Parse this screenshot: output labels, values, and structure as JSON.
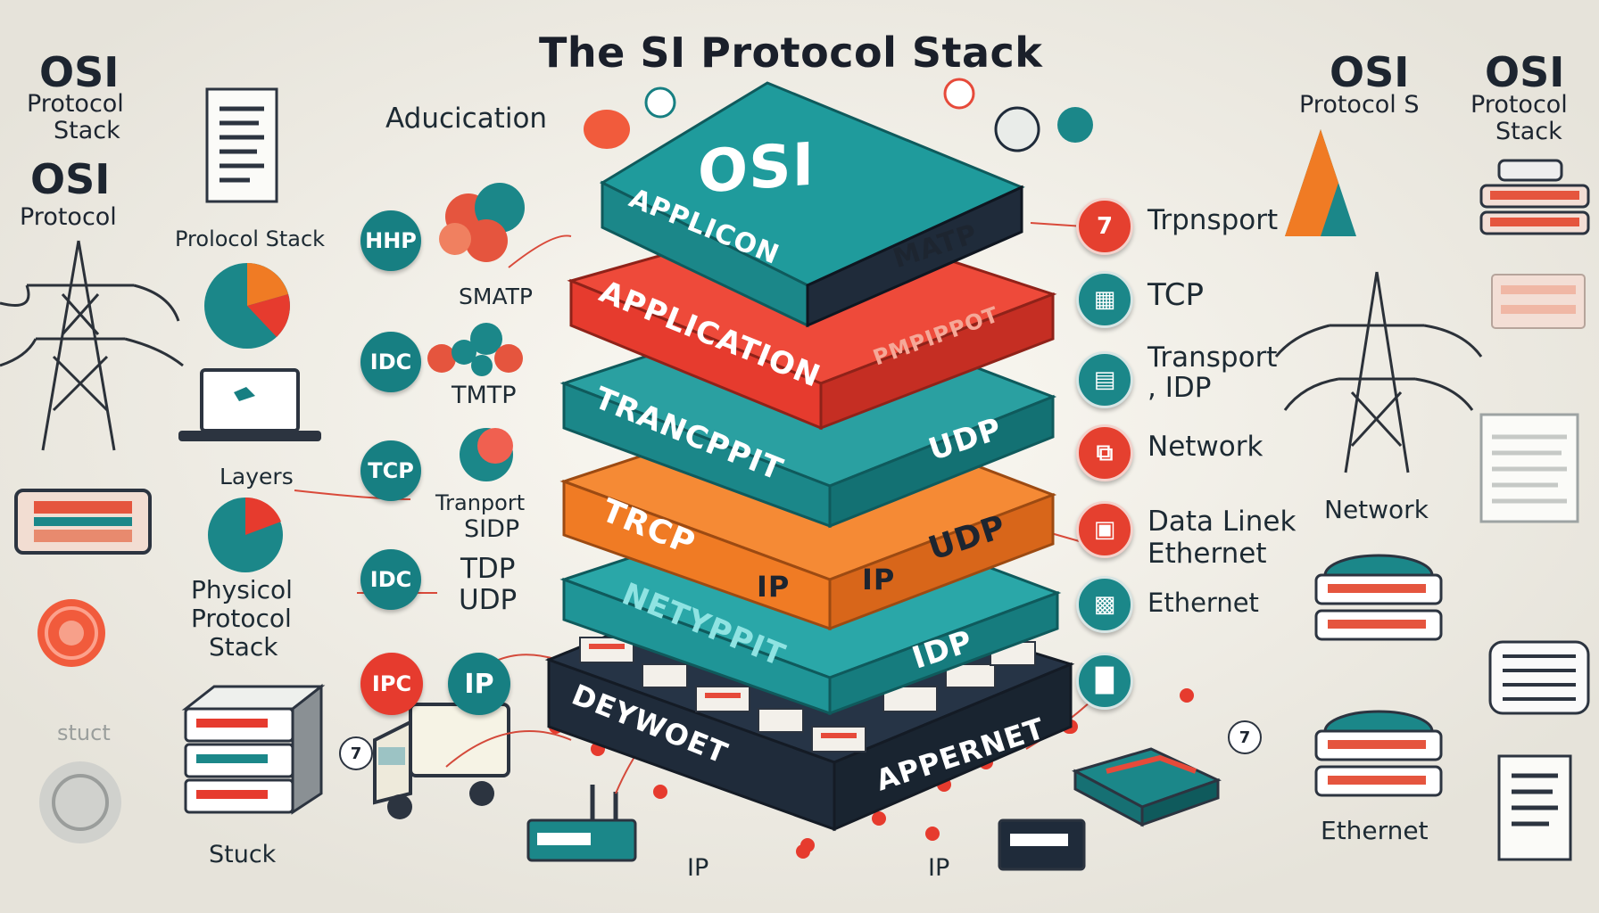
{
  "title": "The SI Protocol Stack",
  "left": {
    "osi1": "OSI",
    "protocol_stack_line1": "Protocol",
    "protocol_stack_line2": "Stack",
    "osi2": "OSI",
    "protocol": "Protocol",
    "doc_caption": "Prolocol Stack",
    "layers": "Layers",
    "physical_line1": "Physicol",
    "physical_line2": "Protocol",
    "physical_line3": "Stack",
    "struct": "stuct",
    "stuck": "Stuck",
    "seven": "7"
  },
  "center_left": {
    "aducication": "Aducication",
    "bubbles": [
      {
        "label": "HHP",
        "color": "teal"
      },
      {
        "label": "IDC",
        "color": "teal"
      },
      {
        "label": "TCP",
        "color": "teal"
      },
      {
        "label": "IDC",
        "color": "teal"
      },
      {
        "label": "IPC",
        "color": "red"
      },
      {
        "label": "IP",
        "color": "teal"
      }
    ],
    "smatp": "SMATP",
    "tmtp": "TMTP",
    "tranport_line1": "Tranport",
    "tranport_line2": "SIDP",
    "tdp_line1": "TDP",
    "tdp_line2": "UDP"
  },
  "stack": {
    "top_osi": "OSI",
    "l1_left": "APPLICON",
    "l1_right": "MATP",
    "l2_left": "APPLICATION",
    "l2_right": "PMPIPPOT",
    "l3_left": "TRANCPPIT",
    "l3_right": "UDP",
    "l4_left": "TRCP",
    "l4_mid": "IP",
    "l4_mid2": "IP",
    "l4_right": "UDP",
    "l5_left": "NETYPPIT",
    "l5_right": "IDP",
    "l6_left": "DEYWOET",
    "l6_right": "APPERNET"
  },
  "bottom": {
    "ip1": "IP",
    "ip2": "IP",
    "seven": "7"
  },
  "center_right": {
    "items": [
      {
        "label": "Trpnsport",
        "icon": "seven-icon",
        "color": "red"
      },
      {
        "label": "TCP",
        "icon": "server-icon",
        "color": "teal"
      },
      {
        "label_line1": "Transport",
        "label_line2": ", IDP",
        "icon": "doc-icon",
        "color": "teal"
      },
      {
        "label": "Network",
        "icon": "network-icon",
        "color": "red"
      },
      {
        "label_line1": "Data Linek",
        "label_line2": "Ethernet",
        "icon": "data-icon",
        "color": "red"
      },
      {
        "label": "Ethernet",
        "icon": "grid-icon",
        "color": "teal"
      }
    ]
  },
  "right": {
    "osi1": "OSI",
    "osi1_sub": "Protocol S",
    "osi2": "OSI",
    "osi2_sub1": "Protocol",
    "osi2_sub2": "Stack",
    "network": "Network",
    "ethernet": "Ethernet"
  },
  "colors": {
    "teal": "#177f82",
    "red": "#e63b2e",
    "orange": "#f07b24",
    "navy": "#1f2b3a",
    "background": "#eeece6"
  }
}
